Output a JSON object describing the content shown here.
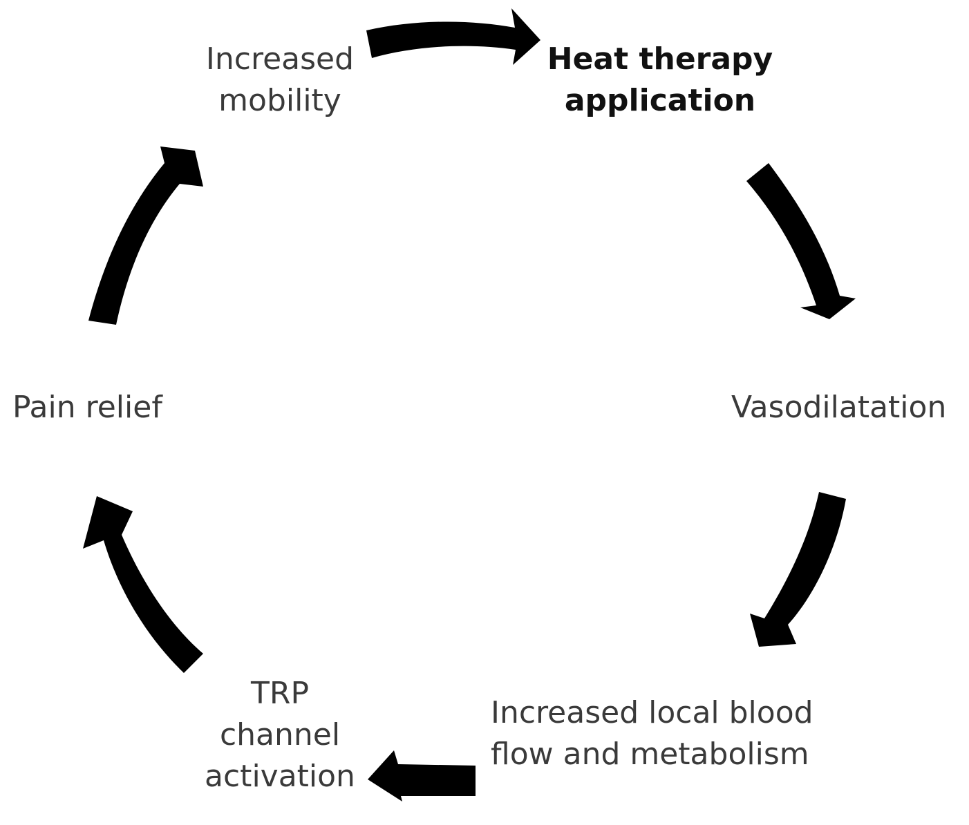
{
  "cycle": {
    "nodes": [
      {
        "id": "heat",
        "lines": [
          "Heat therapy",
          "application"
        ]
      },
      {
        "id": "vaso",
        "lines": [
          "Vasodilatation"
        ]
      },
      {
        "id": "blood",
        "lines": [
          "Increased local blood",
          "flow and metabolism"
        ]
      },
      {
        "id": "trp",
        "lines": [
          "TRP",
          "channel",
          "activation"
        ]
      },
      {
        "id": "pain",
        "lines": [
          "Pain relief"
        ]
      },
      {
        "id": "mobility",
        "lines": [
          "Increased",
          "mobility"
        ]
      }
    ],
    "arrow_color": "#000000",
    "text_color": "#3a3a3a",
    "highlight_color": "#111111"
  }
}
